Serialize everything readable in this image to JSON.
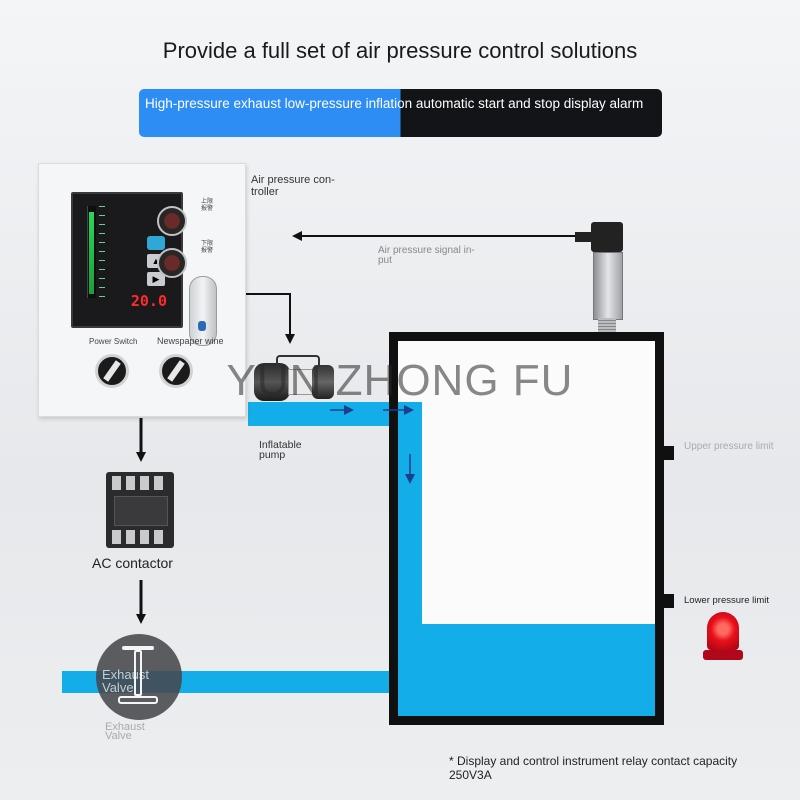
{
  "title": "Provide a full set of air pressure control solutions",
  "banner": {
    "text": "High-pressure exhaust low-pressure inflation automatic start and stop display alarm"
  },
  "controller": {
    "display_value": "20.0",
    "power_switch_label": "Power Switch",
    "second_switch_label": "Newspaper wine",
    "upper_alarm_cn": "上限报警",
    "lower_alarm_cn": "下限报警"
  },
  "labels": {
    "air_pressure_controller": "Air pressure con- troller",
    "signal_input": "Air pressure signal in- put",
    "inflatable_pump": "Inflatable pump",
    "ac_contactor": "AC contactor",
    "exhaust_valve_overlay": "Exhaust Valve",
    "exhaust_valve": "Exhaust Valve",
    "upper_limit": "Upper pressure limit",
    "lower_limit": "Lower pressure limit"
  },
  "watermark": "YUN ZHONG FU",
  "footnote": "* Display and control instrument relay contact capacity 250V3A",
  "colors": {
    "water": "#13aeea",
    "banner_blue": "#2e8df5",
    "banner_dark": "#121418",
    "display_red": "#ff2a2a",
    "alarm_red": "#e8101c"
  }
}
